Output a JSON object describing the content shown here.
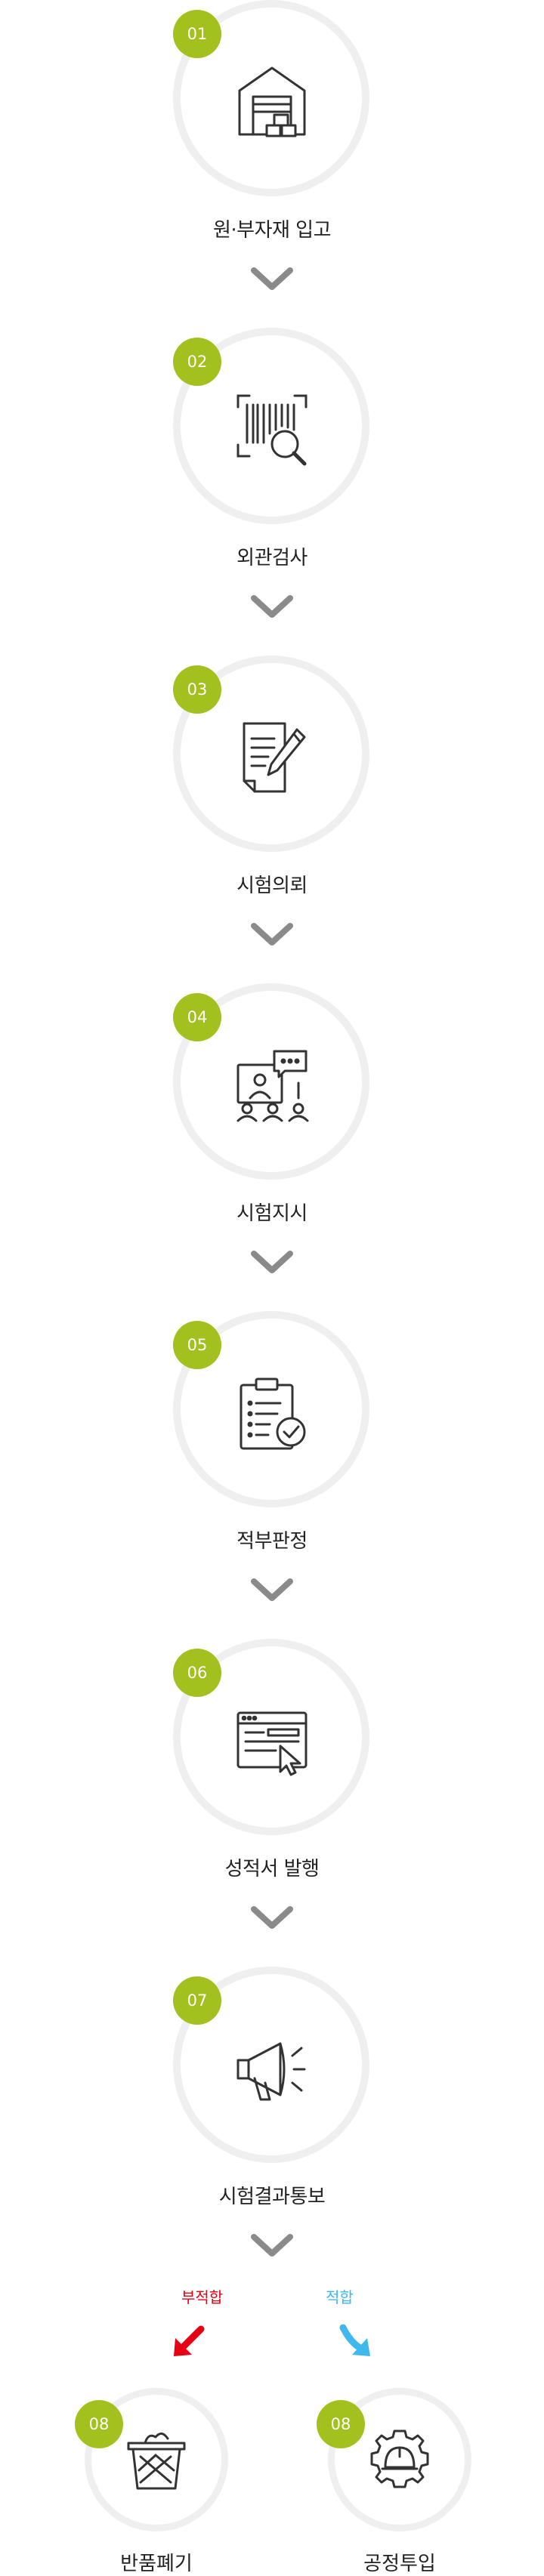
{
  "steps": [
    {
      "num": "01",
      "label": "원·부자재 입고",
      "icon": "warehouse-icon"
    },
    {
      "num": "02",
      "label": "외관검사",
      "icon": "barcode-search-icon"
    },
    {
      "num": "03",
      "label": "시험의뢰",
      "icon": "document-pen-icon"
    },
    {
      "num": "04",
      "label": "시험지시",
      "icon": "meeting-chat-icon"
    },
    {
      "num": "05",
      "label": "적부판정",
      "icon": "clipboard-check-icon"
    },
    {
      "num": "06",
      "label": "성적서 발행",
      "icon": "browser-cursor-icon"
    },
    {
      "num": "07",
      "label": "시험결과통보",
      "icon": "megaphone-icon"
    }
  ],
  "branches": {
    "fail": {
      "label": "부적합",
      "color": "#e60012"
    },
    "pass": {
      "label": "적합",
      "color": "#3fb8ec"
    }
  },
  "endings": [
    {
      "num": "08",
      "label": "반품폐기",
      "icon": "trash-bin-icon"
    },
    {
      "num": "08",
      "label": "공정투입",
      "icon": "gear-helmet-icon"
    }
  ],
  "colors": {
    "accent": "#a2c11f",
    "ring": "#efefef",
    "chevron": "#8a8a8a"
  }
}
